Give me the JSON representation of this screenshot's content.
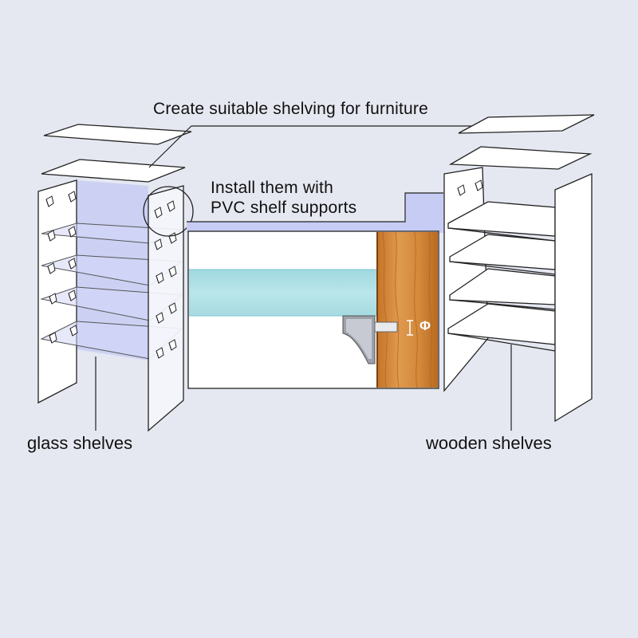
{
  "labels": {
    "top_caption": "Create suitable shelving for furniture",
    "install_line1": "Install them with",
    "install_line2": "PVC shelf supports",
    "glass": "glass shelves",
    "wooden": "wooden shelves",
    "diameter_symbol": "Φ"
  },
  "colors": {
    "background": "#e6e8f1",
    "glass_tint": "#c7ccf4",
    "glass_band": "#a9dde3",
    "wood": "#d68a3b",
    "outline": "#222222"
  },
  "icons": [
    "shelf-support-icon",
    "magnifier-circle-icon"
  ]
}
